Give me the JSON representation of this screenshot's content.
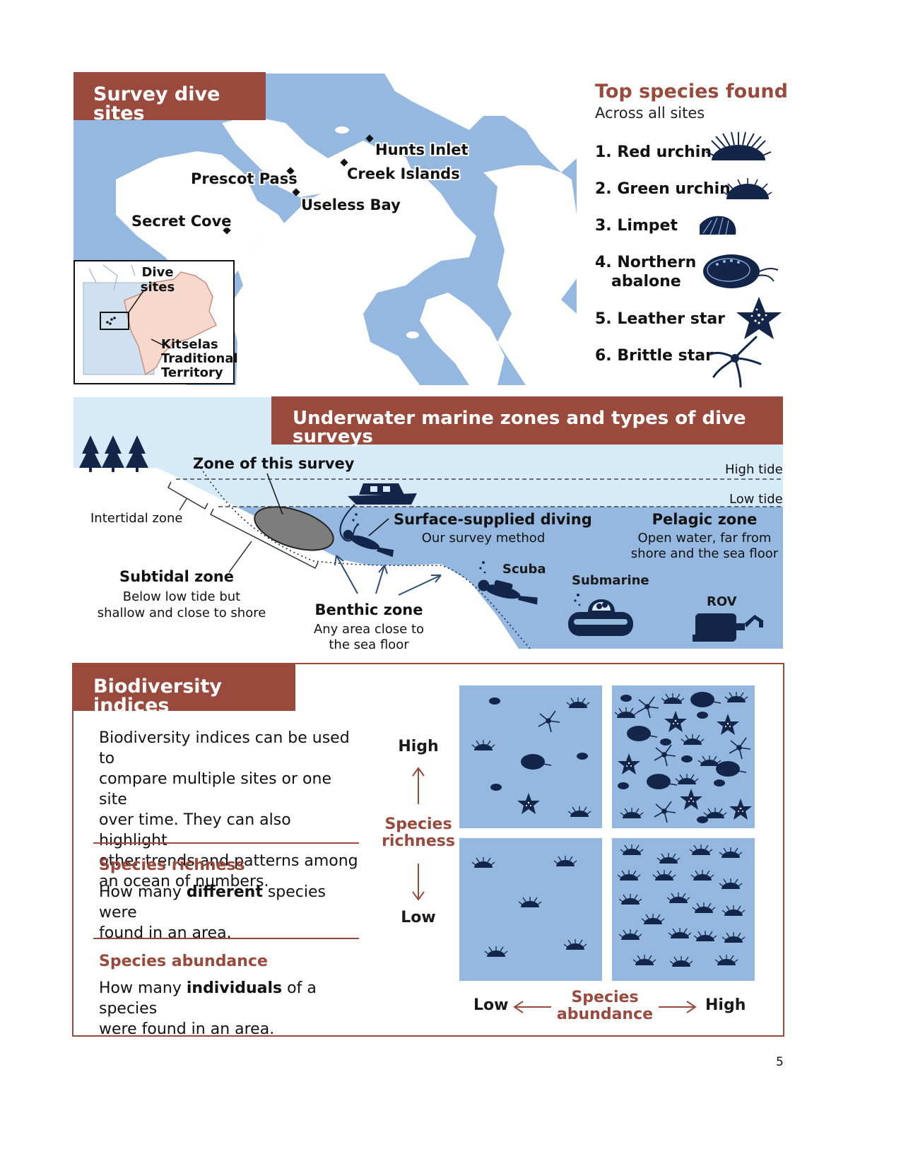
{
  "map": {
    "title": "Survey dive sites",
    "sites": [
      "Hunts Inlet",
      "Creek Islands",
      "Prescot Pass",
      "Useless Bay",
      "Secret Cove"
    ],
    "inset": {
      "dive_label": "Dive sites",
      "territory_label": "Kitselas Traditional Territory"
    }
  },
  "species": {
    "title": "Top species found",
    "subtitle": "Across all sites",
    "items": [
      {
        "rank_label": "1. Red urchin",
        "icon": "urchin-icon"
      },
      {
        "rank_label": "2. Green urchin",
        "icon": "urchin-icon"
      },
      {
        "rank_label": "3. Limpet",
        "icon": "limpet-icon"
      },
      {
        "rank_label": "4. Northern",
        "rank_label_2": "abalone",
        "icon": "abalone-icon"
      },
      {
        "rank_label": "5. Leather star",
        "icon": "sea-star-icon"
      },
      {
        "rank_label": "6. Brittle star",
        "icon": "brittle-star-icon"
      }
    ]
  },
  "zones": {
    "title": "Underwater marine zones and types of dive surveys",
    "high_tide": "High tide",
    "low_tide": "Low tide",
    "zone_of_survey": "Zone of this survey",
    "intertidal": "Intertidal zone",
    "subtidal": {
      "title": "Subtidal zone",
      "desc1": "Below low tide but",
      "desc2": "shallow and close to shore"
    },
    "benthic": {
      "title": "Benthic zone",
      "desc1": "Any area close to",
      "desc2": "the sea floor"
    },
    "surface_supplied": {
      "title": "Surface-supplied diving",
      "desc": "Our survey method"
    },
    "pelagic": {
      "title": "Pelagic zone",
      "desc1": "Open water, far from",
      "desc2": "shore and the sea floor"
    },
    "scuba": "Scuba",
    "submarine": "Submarine",
    "rov": "ROV"
  },
  "biodiversity": {
    "title": "Biodiversity indices",
    "intro": [
      "Biodiversity indices can be used to",
      "compare multiple sites or one site",
      "over time. They can also highlight",
      "other trends and patterns among",
      "an ocean of numbers."
    ],
    "richness": {
      "title": "Species richness",
      "pre": "How many ",
      "bold": "different",
      "post": " species were",
      "line2": "found in an area."
    },
    "abundance": {
      "title": "Species abundance",
      "pre": "How many ",
      "bold": "individuals",
      "post": " of a species",
      "line2": "were found in an area."
    },
    "axis": {
      "richness_label_1": "Species",
      "richness_label_2": "richness",
      "abundance_label_1": "Species",
      "abundance_label_2": "abundance",
      "high": "High",
      "low": "Low"
    }
  },
  "page_number": "5",
  "colors": {
    "accent": "#9a4a3c",
    "water": "#94b8df",
    "light_water": "#d7eaf8",
    "navy": "#13264a"
  }
}
